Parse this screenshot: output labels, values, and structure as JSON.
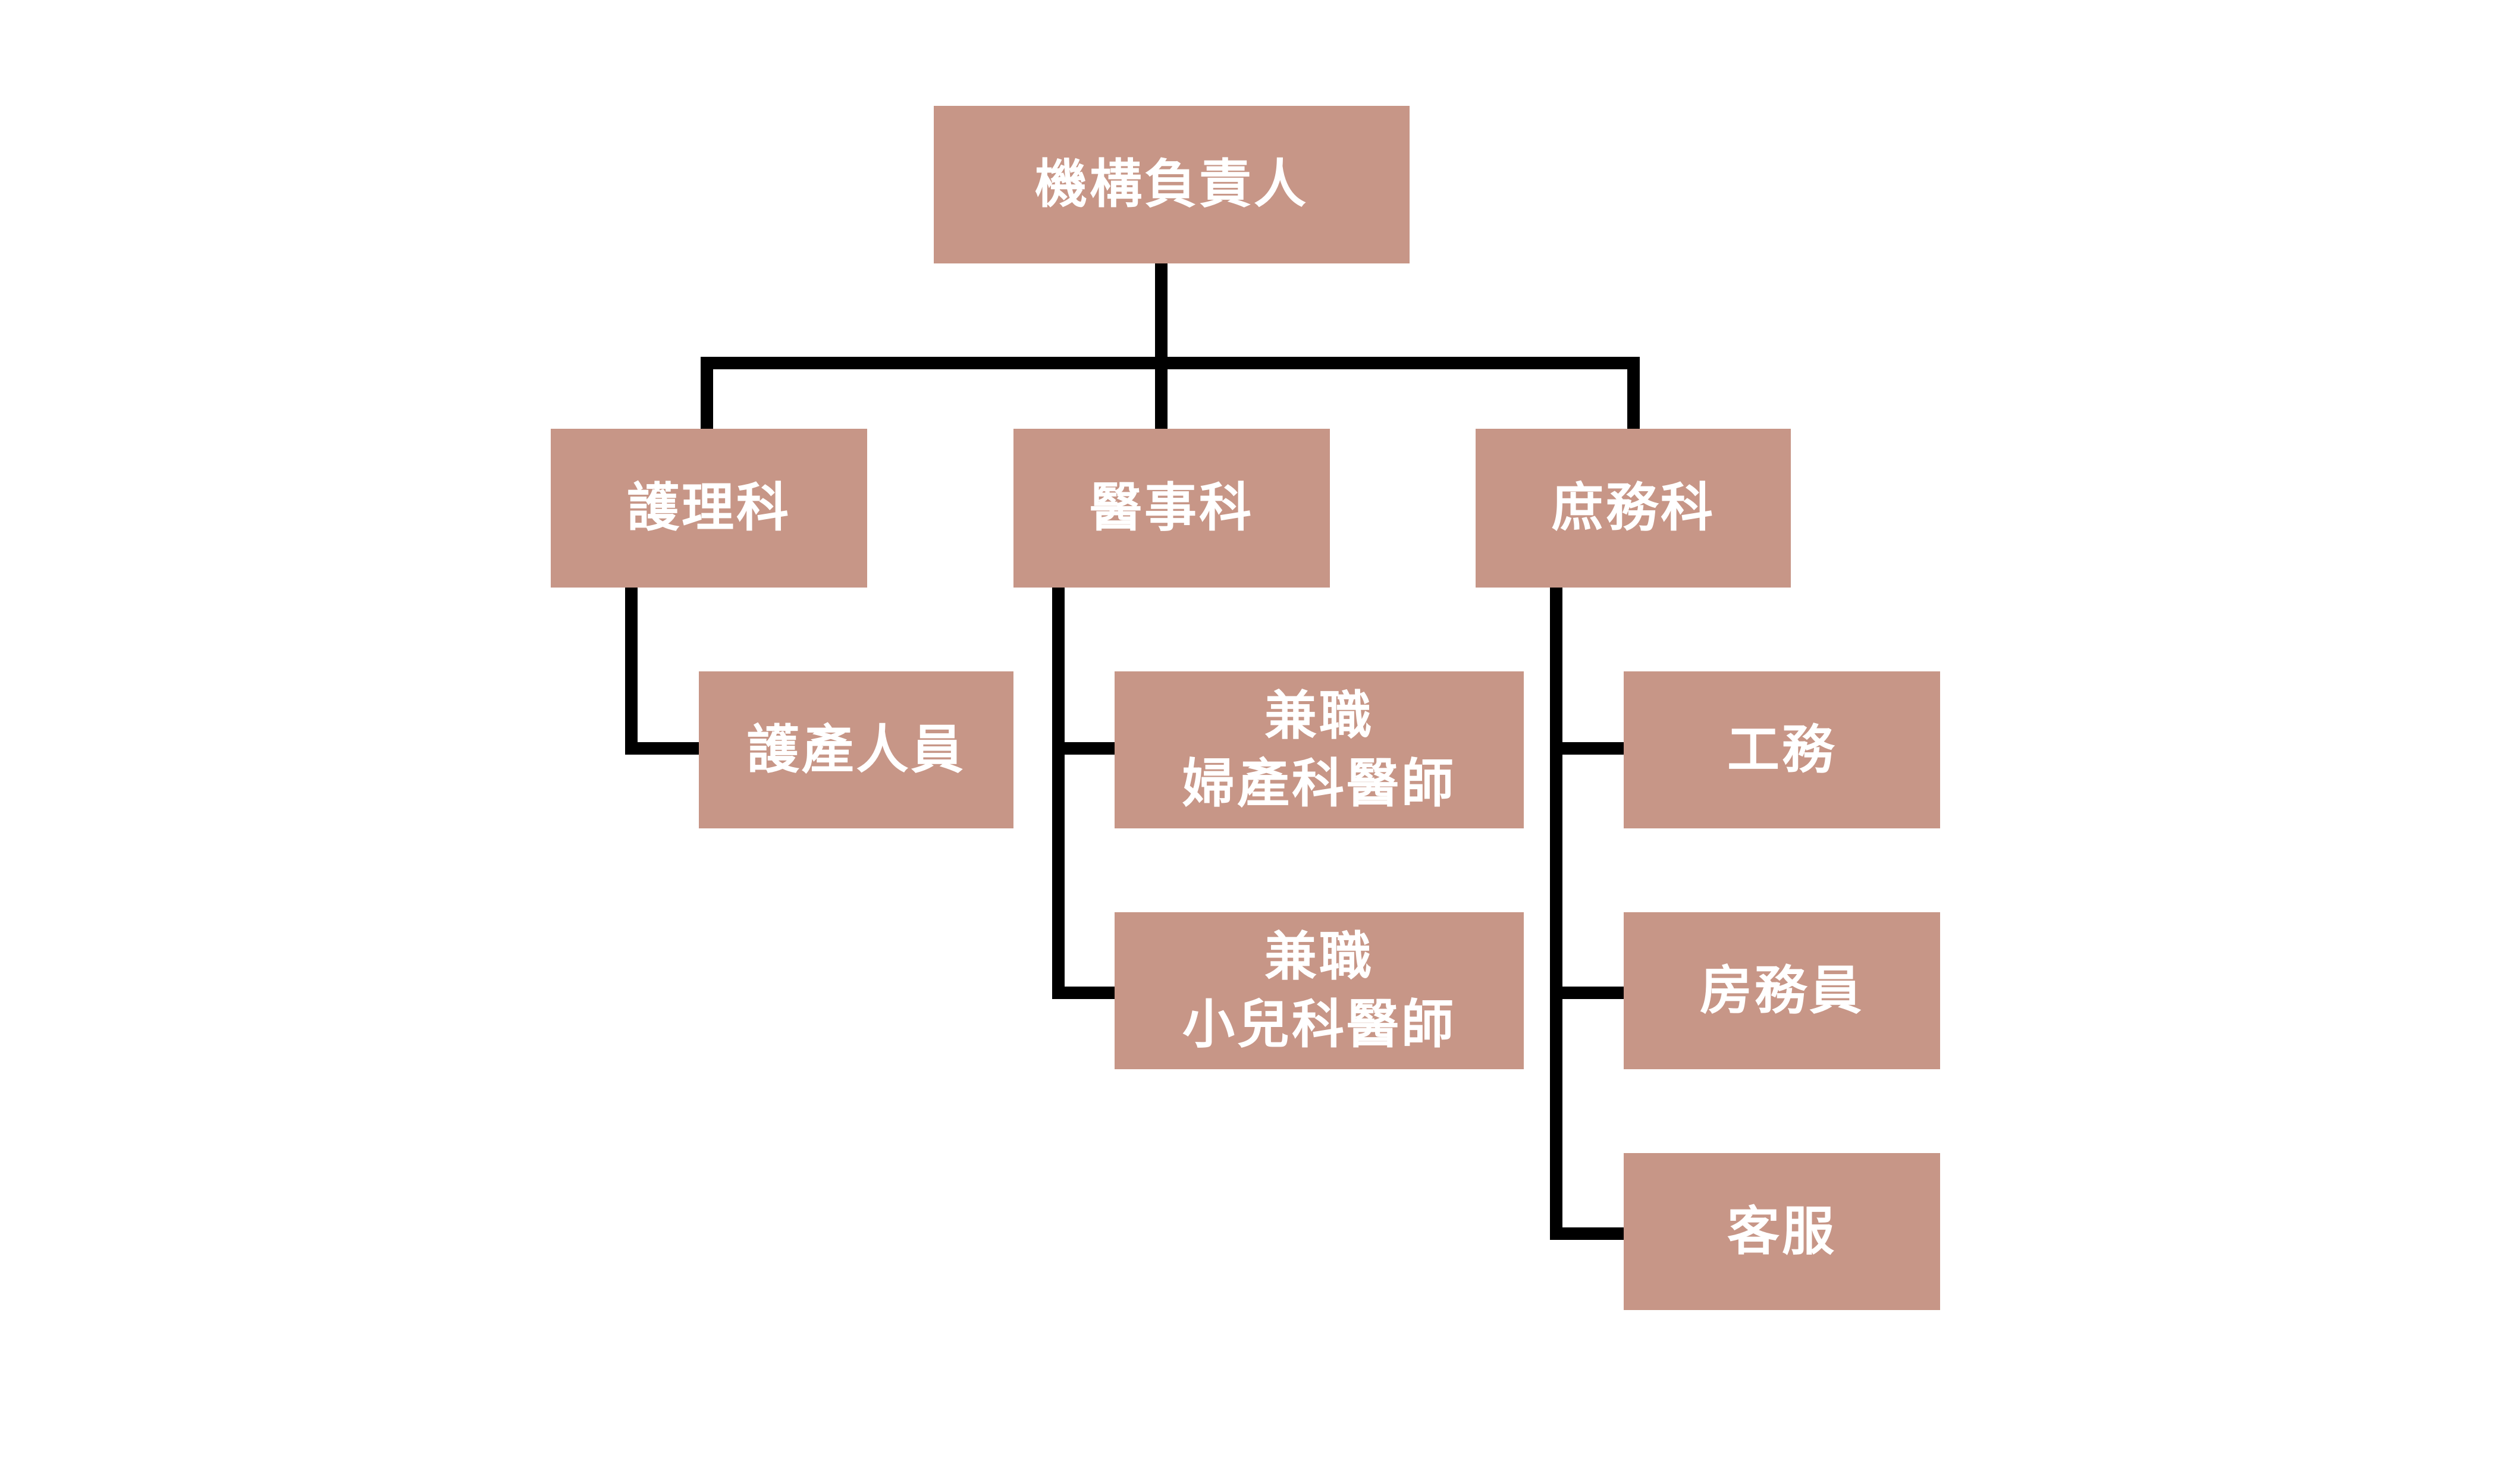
{
  "chart": {
    "root": {
      "label": "機構負責人"
    },
    "departments": [
      {
        "label": "護理科",
        "children": [
          {
            "lines": [
              "護產人員"
            ]
          }
        ]
      },
      {
        "label": "醫事科",
        "children": [
          {
            "lines": [
              "兼職",
              "婦產科醫師"
            ]
          },
          {
            "lines": [
              "兼職",
              "小兒科醫師"
            ]
          }
        ]
      },
      {
        "label": "庶務科",
        "children": [
          {
            "lines": [
              "工務"
            ]
          },
          {
            "lines": [
              "房務員"
            ]
          },
          {
            "lines": [
              "客服"
            ]
          }
        ]
      }
    ]
  },
  "colors": {
    "box": "#C79687",
    "text": "#FFFFFF",
    "line": "#000000"
  }
}
